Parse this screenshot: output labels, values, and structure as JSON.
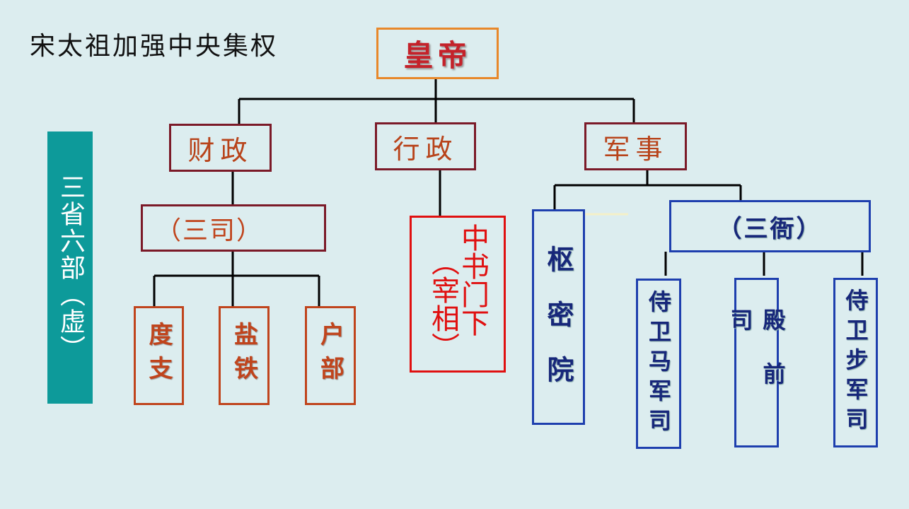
{
  "title": "宋太祖加强中央集权",
  "emperor": "皇帝",
  "branches": {
    "finance": "财政",
    "admin": "行政",
    "military": "军事"
  },
  "finance": {
    "group": "（三司）",
    "subs": [
      "度支",
      "盐铁",
      "户部"
    ]
  },
  "admin": {
    "office": "中书门下",
    "note": "（宰相）"
  },
  "military": {
    "council": "枢密院",
    "group": "（三衙）",
    "subs": [
      "侍卫马军司",
      "殿前司",
      "侍卫步军司"
    ]
  },
  "sidebar": "三省六部（虚）",
  "colors": {
    "background": "#dcedef",
    "emperor_border": "#e8882a",
    "emperor_text": "#c4222a",
    "branch_border": "#7b1a28",
    "finance_text": "#c0441c",
    "admin_border": "#e01010",
    "military_border": "#1e3fae",
    "military_text": "#17277a",
    "sidebar": "#0d9a9a"
  }
}
